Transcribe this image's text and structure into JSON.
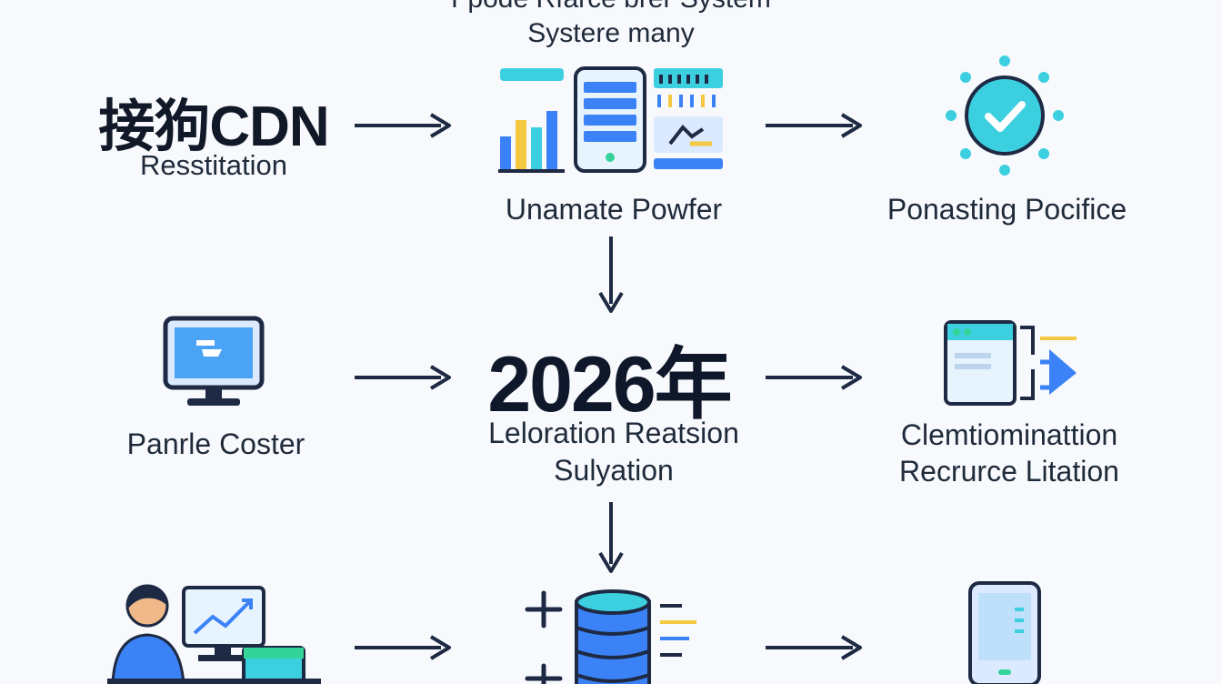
{
  "header": {
    "title_line1": "Fpode Rfarce brer System",
    "title_line2": "Systere many"
  },
  "brand": {
    "name": "接狗CDN",
    "subtitle": "Resstitation"
  },
  "row1": {
    "center_label": "Unamate Powfer",
    "right_label": "Ponasting Pocifice"
  },
  "row2": {
    "left_label": "Panrle Coster",
    "year": "2026年",
    "center_line1": "Leloration Reatsion",
    "center_line2": "Sulyation",
    "right_line1": "Clemtiominattion",
    "right_line2": "Recrurce Litation"
  },
  "colors": {
    "arrow": "#1e2a44",
    "cyan": "#3ccfe0",
    "blue": "#3b82f6",
    "navy": "#1e2a44",
    "yellow": "#f5c842",
    "green": "#34d399"
  }
}
